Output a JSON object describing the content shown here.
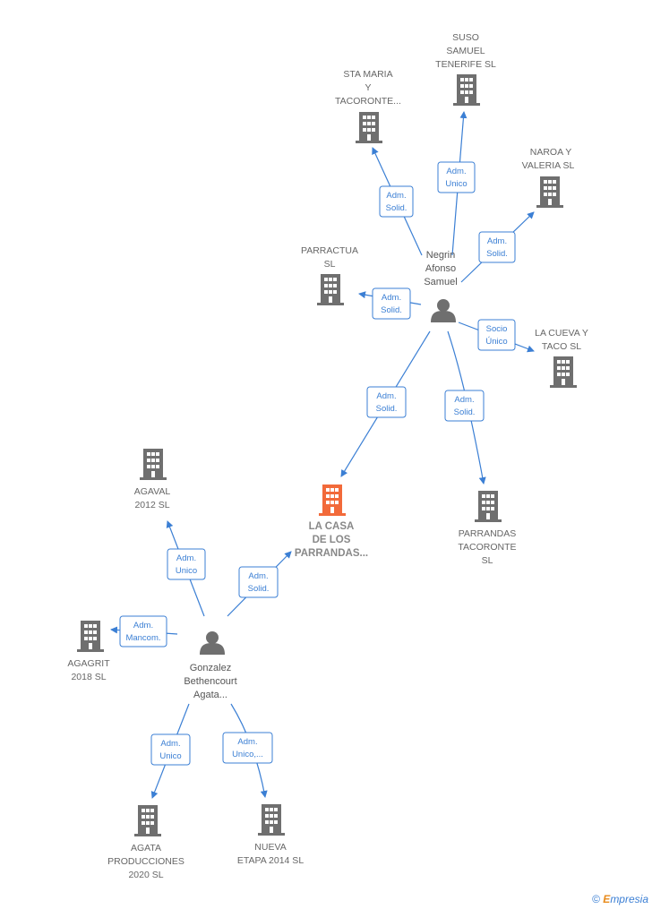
{
  "companies": {
    "focus": {
      "label": [
        "LA CASA",
        "DE LOS",
        "PARRANDAS..."
      ],
      "color": "#f26a3a"
    },
    "sta_maria": {
      "label": [
        "STA MARIA",
        "Y",
        "TACORONTE..."
      ]
    },
    "suso": {
      "label": [
        "SUSO",
        "SAMUEL",
        "TENERIFE  SL"
      ]
    },
    "naroa": {
      "label": [
        "NAROA  Y",
        "VALERIA  SL"
      ]
    },
    "parractua": {
      "label": [
        "PARRACTUA",
        "SL"
      ]
    },
    "cueva": {
      "label": [
        "LA CUEVA Y",
        "TACO  SL"
      ]
    },
    "parrandas_tac": {
      "label": [
        "PARRANDAS",
        "TACORONTE",
        "SL"
      ]
    },
    "agaval": {
      "label": [
        "AGAVAL",
        "2012 SL"
      ]
    },
    "agagrit": {
      "label": [
        "AGAGRIT",
        "2018  SL"
      ]
    },
    "agata_prod": {
      "label": [
        "AGATA",
        "PRODUCCIONES",
        "2020  SL"
      ]
    },
    "nueva_etapa": {
      "label": [
        "NUEVA",
        "ETAPA 2014  SL"
      ]
    }
  },
  "persons": {
    "negrin": {
      "label": [
        "Negrin",
        "Afonso",
        "Samuel"
      ]
    },
    "gonzalez": {
      "label": [
        "Gonzalez",
        "Bethencourt",
        "Agata..."
      ]
    }
  },
  "edges": {
    "negrin_sta_maria": [
      "Adm.",
      "Solid."
    ],
    "negrin_suso": [
      "Adm.",
      "Unico"
    ],
    "negrin_naroa": [
      "Adm.",
      "Solid."
    ],
    "negrin_parractua": [
      "Adm.",
      "Solid."
    ],
    "negrin_cueva": [
      "Socio",
      "Único"
    ],
    "negrin_focus": [
      "Adm.",
      "Solid."
    ],
    "negrin_parrandas_tac": [
      "Adm.",
      "Solid."
    ],
    "gonzalez_agaval": [
      "Adm.",
      "Unico"
    ],
    "gonzalez_focus": [
      "Adm.",
      "Solid."
    ],
    "gonzalez_agagrit": [
      "Adm.",
      "Mancom."
    ],
    "gonzalez_agata_prod": [
      "Adm.",
      "Unico"
    ],
    "gonzalez_nueva_etapa": [
      "Adm.",
      "Unico,..."
    ]
  },
  "colors": {
    "edge": "#3b7fd4",
    "building": "#6f6f6f",
    "person": "#6f6f6f",
    "focus": "#f26a3a"
  },
  "footer": {
    "copyright": "©",
    "brand_initial": "E",
    "brand_rest": "mpresia"
  }
}
